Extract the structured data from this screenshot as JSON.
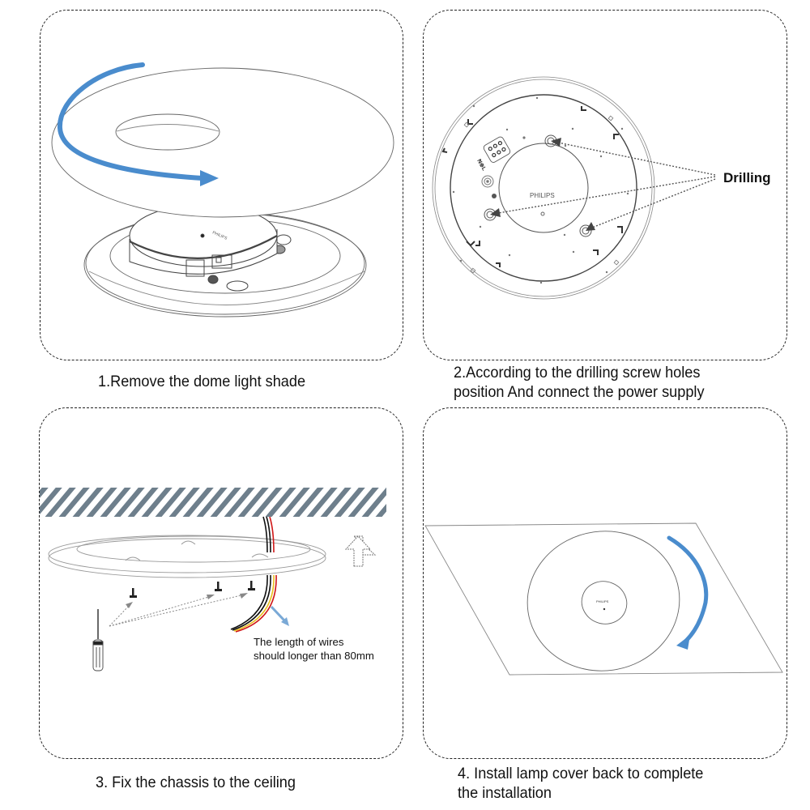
{
  "title": "Ceiling lamp installation steps",
  "colors": {
    "arrow_blue": "#4a8ccd",
    "wire_red": "#d01818",
    "wire_black": "#111111",
    "wire_yellow": "#e8c020",
    "line_gray": "#777777",
    "hatch_gray": "#6e7f8c"
  },
  "steps": [
    {
      "number": "1",
      "caption": "1.Remove the dome light shade",
      "illustration": "dome-shade-removal"
    },
    {
      "number": "2",
      "caption_lines": [
        "2.According to the drilling screw holes",
        "position And connect the power supply"
      ],
      "illustration": "chassis-top-view",
      "callout": "Drilling",
      "brand_mark": "PHILIPS"
    },
    {
      "number": "3",
      "caption": "3. Fix the chassis to the ceiling",
      "illustration": "chassis-to-ceiling",
      "note_lines": [
        "The length of wires",
        "should longer than 80mm"
      ]
    },
    {
      "number": "4",
      "caption_lines": [
        "4. Install lamp cover back to complete",
        "the installation"
      ],
      "illustration": "install-cover",
      "brand_mark": "PHILIPS"
    }
  ]
}
